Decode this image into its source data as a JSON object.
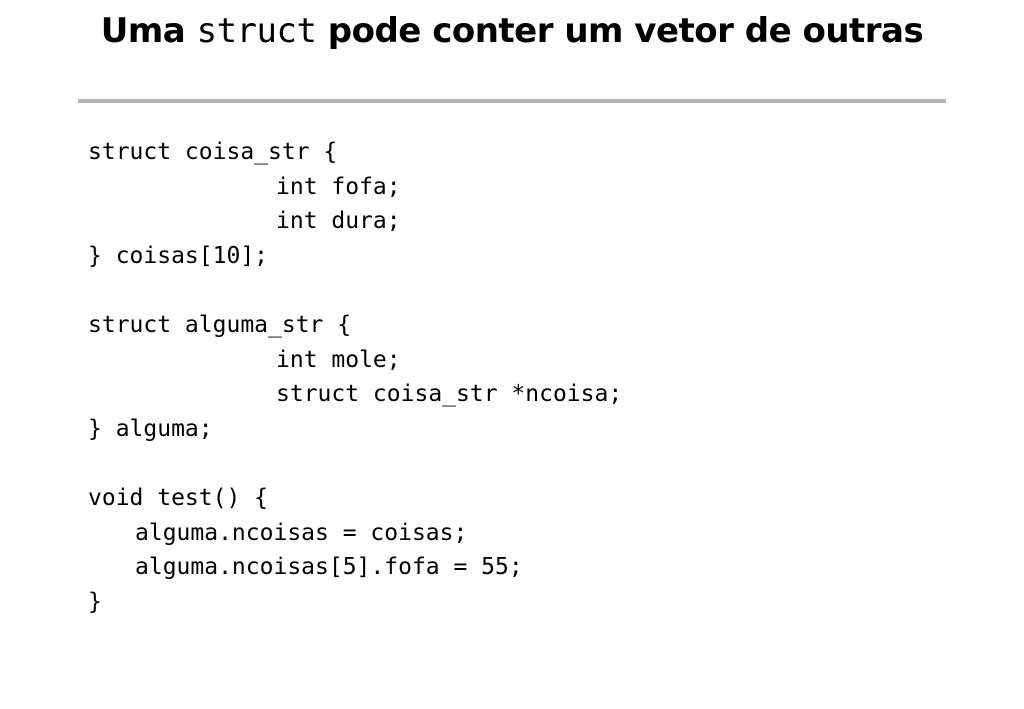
{
  "slide": {
    "title_prefix": "Uma ",
    "title_code": "struct",
    "title_suffix": " pode conter um vetor de outras"
  },
  "code_lines": [
    {
      "text": "struct coisa_str {",
      "indent": 0
    },
    {
      "text": "int fofa;",
      "indent": 2
    },
    {
      "text": "int dura;",
      "indent": 2
    },
    {
      "text": "} coisas[10];",
      "indent": 0
    },
    {
      "text": "",
      "indent": 0
    },
    {
      "text": "struct alguma_str {",
      "indent": 0
    },
    {
      "text": "int mole;",
      "indent": 2
    },
    {
      "text": "struct coisa_str *ncoisa;",
      "indent": 2
    },
    {
      "text": "} alguma;",
      "indent": 0
    },
    {
      "text": "",
      "indent": 0
    },
    {
      "text": "void test() {",
      "indent": 0
    },
    {
      "text": "alguma.ncoisas = coisas;",
      "indent": 1
    },
    {
      "text": "alguma.ncoisas[5].fofa = 55;",
      "indent": 1
    },
    {
      "text": "}",
      "indent": 0
    }
  ],
  "colors": {
    "text": "#000000",
    "rule": "#b3b3b3",
    "background": "#ffffff"
  }
}
